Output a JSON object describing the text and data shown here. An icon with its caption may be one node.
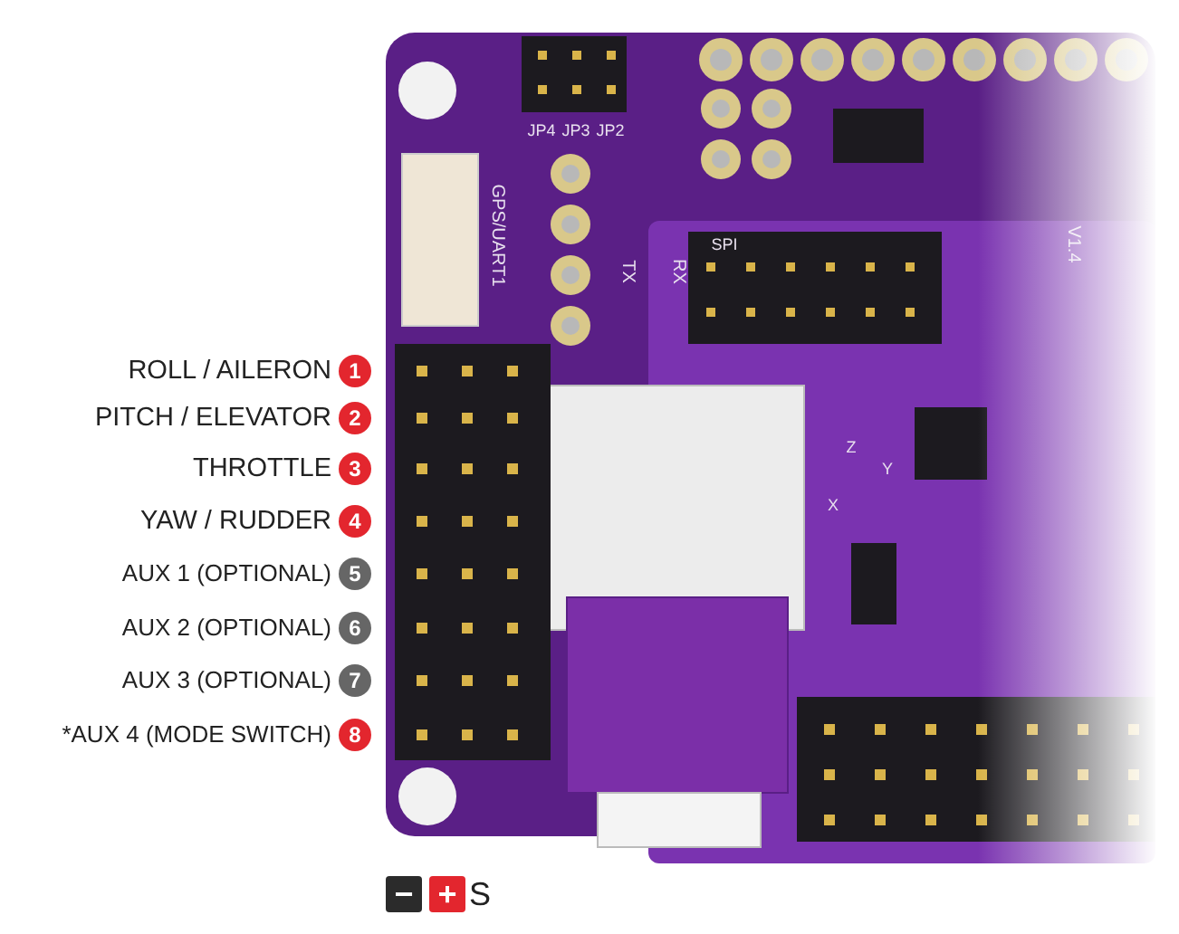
{
  "diagram": {
    "nodes": [
      {
        "text": [
          "1"
        ],
        "beside": [
          "ROLL / AILERON"
        ]
      },
      {
        "text": [
          "2"
        ],
        "beside": [
          "PITCH / ELEVATOR"
        ]
      },
      {
        "text": [
          "3"
        ],
        "beside": [
          "THROTTLE"
        ]
      },
      {
        "text": [
          "4"
        ],
        "beside": [
          "YAW / RUDDER"
        ]
      },
      {
        "text": [
          "5"
        ],
        "beside": [
          "AUX 1 (OPTIONAL)"
        ]
      },
      {
        "text": [
          "6"
        ],
        "beside": [
          "AUX 2 (OPTIONAL)"
        ]
      },
      {
        "text": [
          "7"
        ],
        "beside": [
          "AUX 3 (OPTIONAL)"
        ]
      },
      {
        "text": [
          "8"
        ],
        "beside": [
          "*AUX 4 (MODE SWITCH)"
        ]
      }
    ],
    "edges": [],
    "labels": [
      "JP4",
      "JP3",
      "JP2",
      "GPS/UART1",
      "TX",
      "RX",
      "SPI",
      "V1.4",
      "Z",
      "Y",
      "X",
      "−",
      "+",
      "S"
    ]
  }
}
